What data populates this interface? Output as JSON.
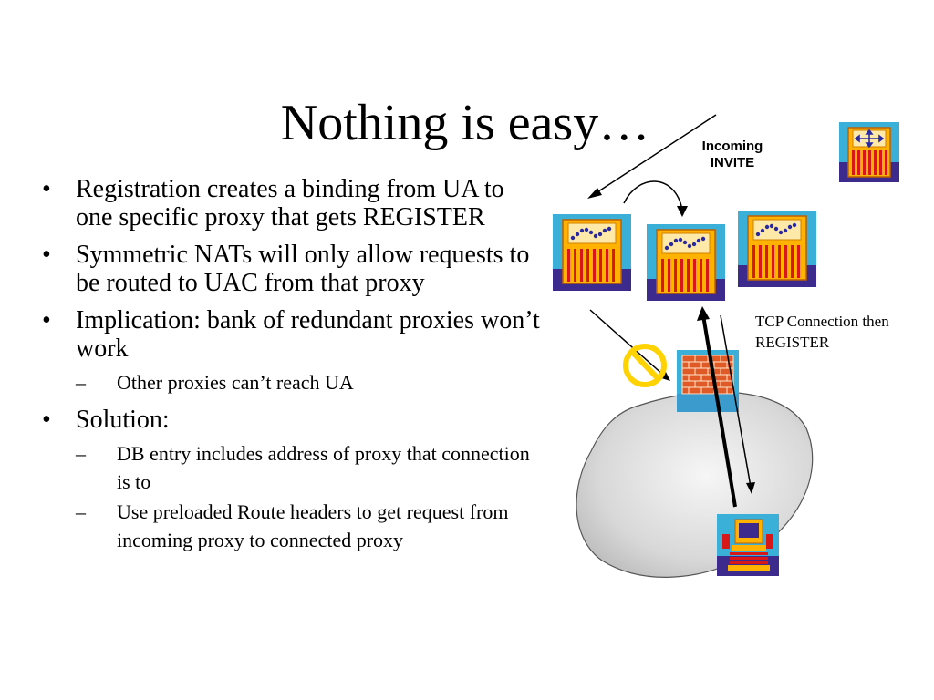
{
  "slide": {
    "title": "Nothing is easy…",
    "bullets": [
      {
        "text": "Registration creates a binding from UA to one specific proxy that gets REGISTER",
        "subs": []
      },
      {
        "text": "Symmetric NATs will only allow requests to be routed to UAC from that proxy",
        "subs": []
      },
      {
        "text": "Implication: bank of redundant proxies won’t work",
        "subs": [
          "Other proxies can’t reach UA"
        ]
      },
      {
        "text": "Solution:",
        "subs": [
          "DB entry includes address of proxy that connection is to",
          "Use preloaded Route headers to get request from incoming proxy to connected proxy"
        ]
      }
    ],
    "bullet_mark": "•",
    "sub_mark": "–"
  },
  "diagram": {
    "incoming_label": "Incoming INVITE",
    "tcp_label": "TCP Connection then REGISTER",
    "icons": [
      "proxy-server-icon",
      "router-icon",
      "firewall-icon",
      "no-entry-icon",
      "user-agent-computer-icon",
      "network-cloud"
    ],
    "colors": {
      "server_bg": "#3ab0d8",
      "server_body": "#ffb200",
      "server_stripe": "#d81818",
      "server_base": "#3c2a8c",
      "prohibit": "#ffd200",
      "brick": "#e05a28",
      "cloud": "#d4d4d4"
    }
  }
}
